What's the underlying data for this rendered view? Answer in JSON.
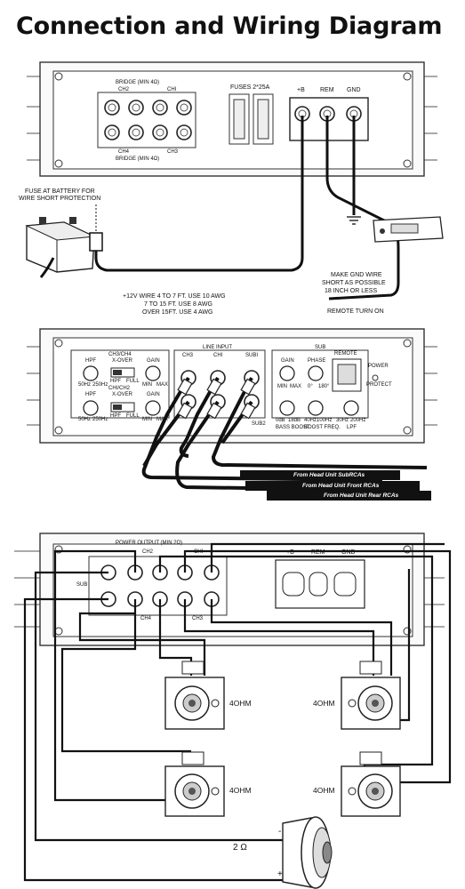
{
  "title": "Connection and Wiring Diagram",
  "panel1": {
    "bridge_top": "BRIDGE (MIN 4Ω)",
    "ch2": "CH2",
    "ch1": "CHI",
    "ch4": "CH4",
    "ch3": "CH3",
    "bridge_bottom": "BRIDGE (MIN 4Ω)",
    "fuses": "FUSES 2*25A",
    "plus_b": "+B",
    "rem": "REM",
    "gnd": "GND",
    "fuse_note_line1": "FUSE AT BATTERY FOR",
    "fuse_note_line2": "WIRE SHORT PROTECTION",
    "wire_note_line1": "+12V WIRE 4 TO 7 FT. USE 10 AWG",
    "wire_note_line2": "7 TO 15 FT. USE 8 AWG",
    "wire_note_line3": "OVER 15FT. USE 4 AWG",
    "gnd_note_line1": "MAKE GND WIRE",
    "gnd_note_line2": "SHORT AS POSSIBLE",
    "gnd_note_line3": "18 INCH OR LESS",
    "remote_turn_on": "REMOTE TURN ON"
  },
  "panel2": {
    "line_input": "LINE INPUT",
    "ch3": "CH3",
    "ch1": "CHI",
    "sub1": "SUBI",
    "sub2": "SUB2",
    "ch34": "CH3/CH4",
    "ch12": "CHI/CH2",
    "hpf": "HPF",
    "xover": "X-OVER",
    "gain": "GAIN",
    "f50": "50Hz",
    "f250": "250Hz",
    "hpf_small": "HPF",
    "full": "FULL",
    "min": "MIN",
    "max": "MAX",
    "sub": "SUB",
    "phase": "PHASE",
    "deg0": "0°",
    "deg180": "180°",
    "remote": "REMOTE",
    "power": "POWER",
    "protect": "PROTECT",
    "db0": "0dB",
    "db18": "18dB",
    "f40": "40Hz",
    "f100": "100Hz",
    "f30": "30Hz",
    "f200": "200Hz",
    "bass_boost": "BASS BOOST",
    "boost_freq": "BOOST FREQ.",
    "lpf": "LPF",
    "from_sub": "From Head Unit SubRCAs",
    "from_front": "From Head Unit Front RCAs",
    "from_rear": "From Head Unit Rear RCAs"
  },
  "panel3": {
    "power_output": "POWER OUTPUT (MIN 2Ω)",
    "ch2": "CH2",
    "ch1": "CHI",
    "ch4": "CH4",
    "ch3": "CH3",
    "sub": "SUB",
    "plus_b": "+B",
    "rem": "REM",
    "gnd": "GND",
    "ohm4": "4OHM",
    "ohm2": "2 Ω",
    "minus": "-",
    "plus": "+"
  }
}
